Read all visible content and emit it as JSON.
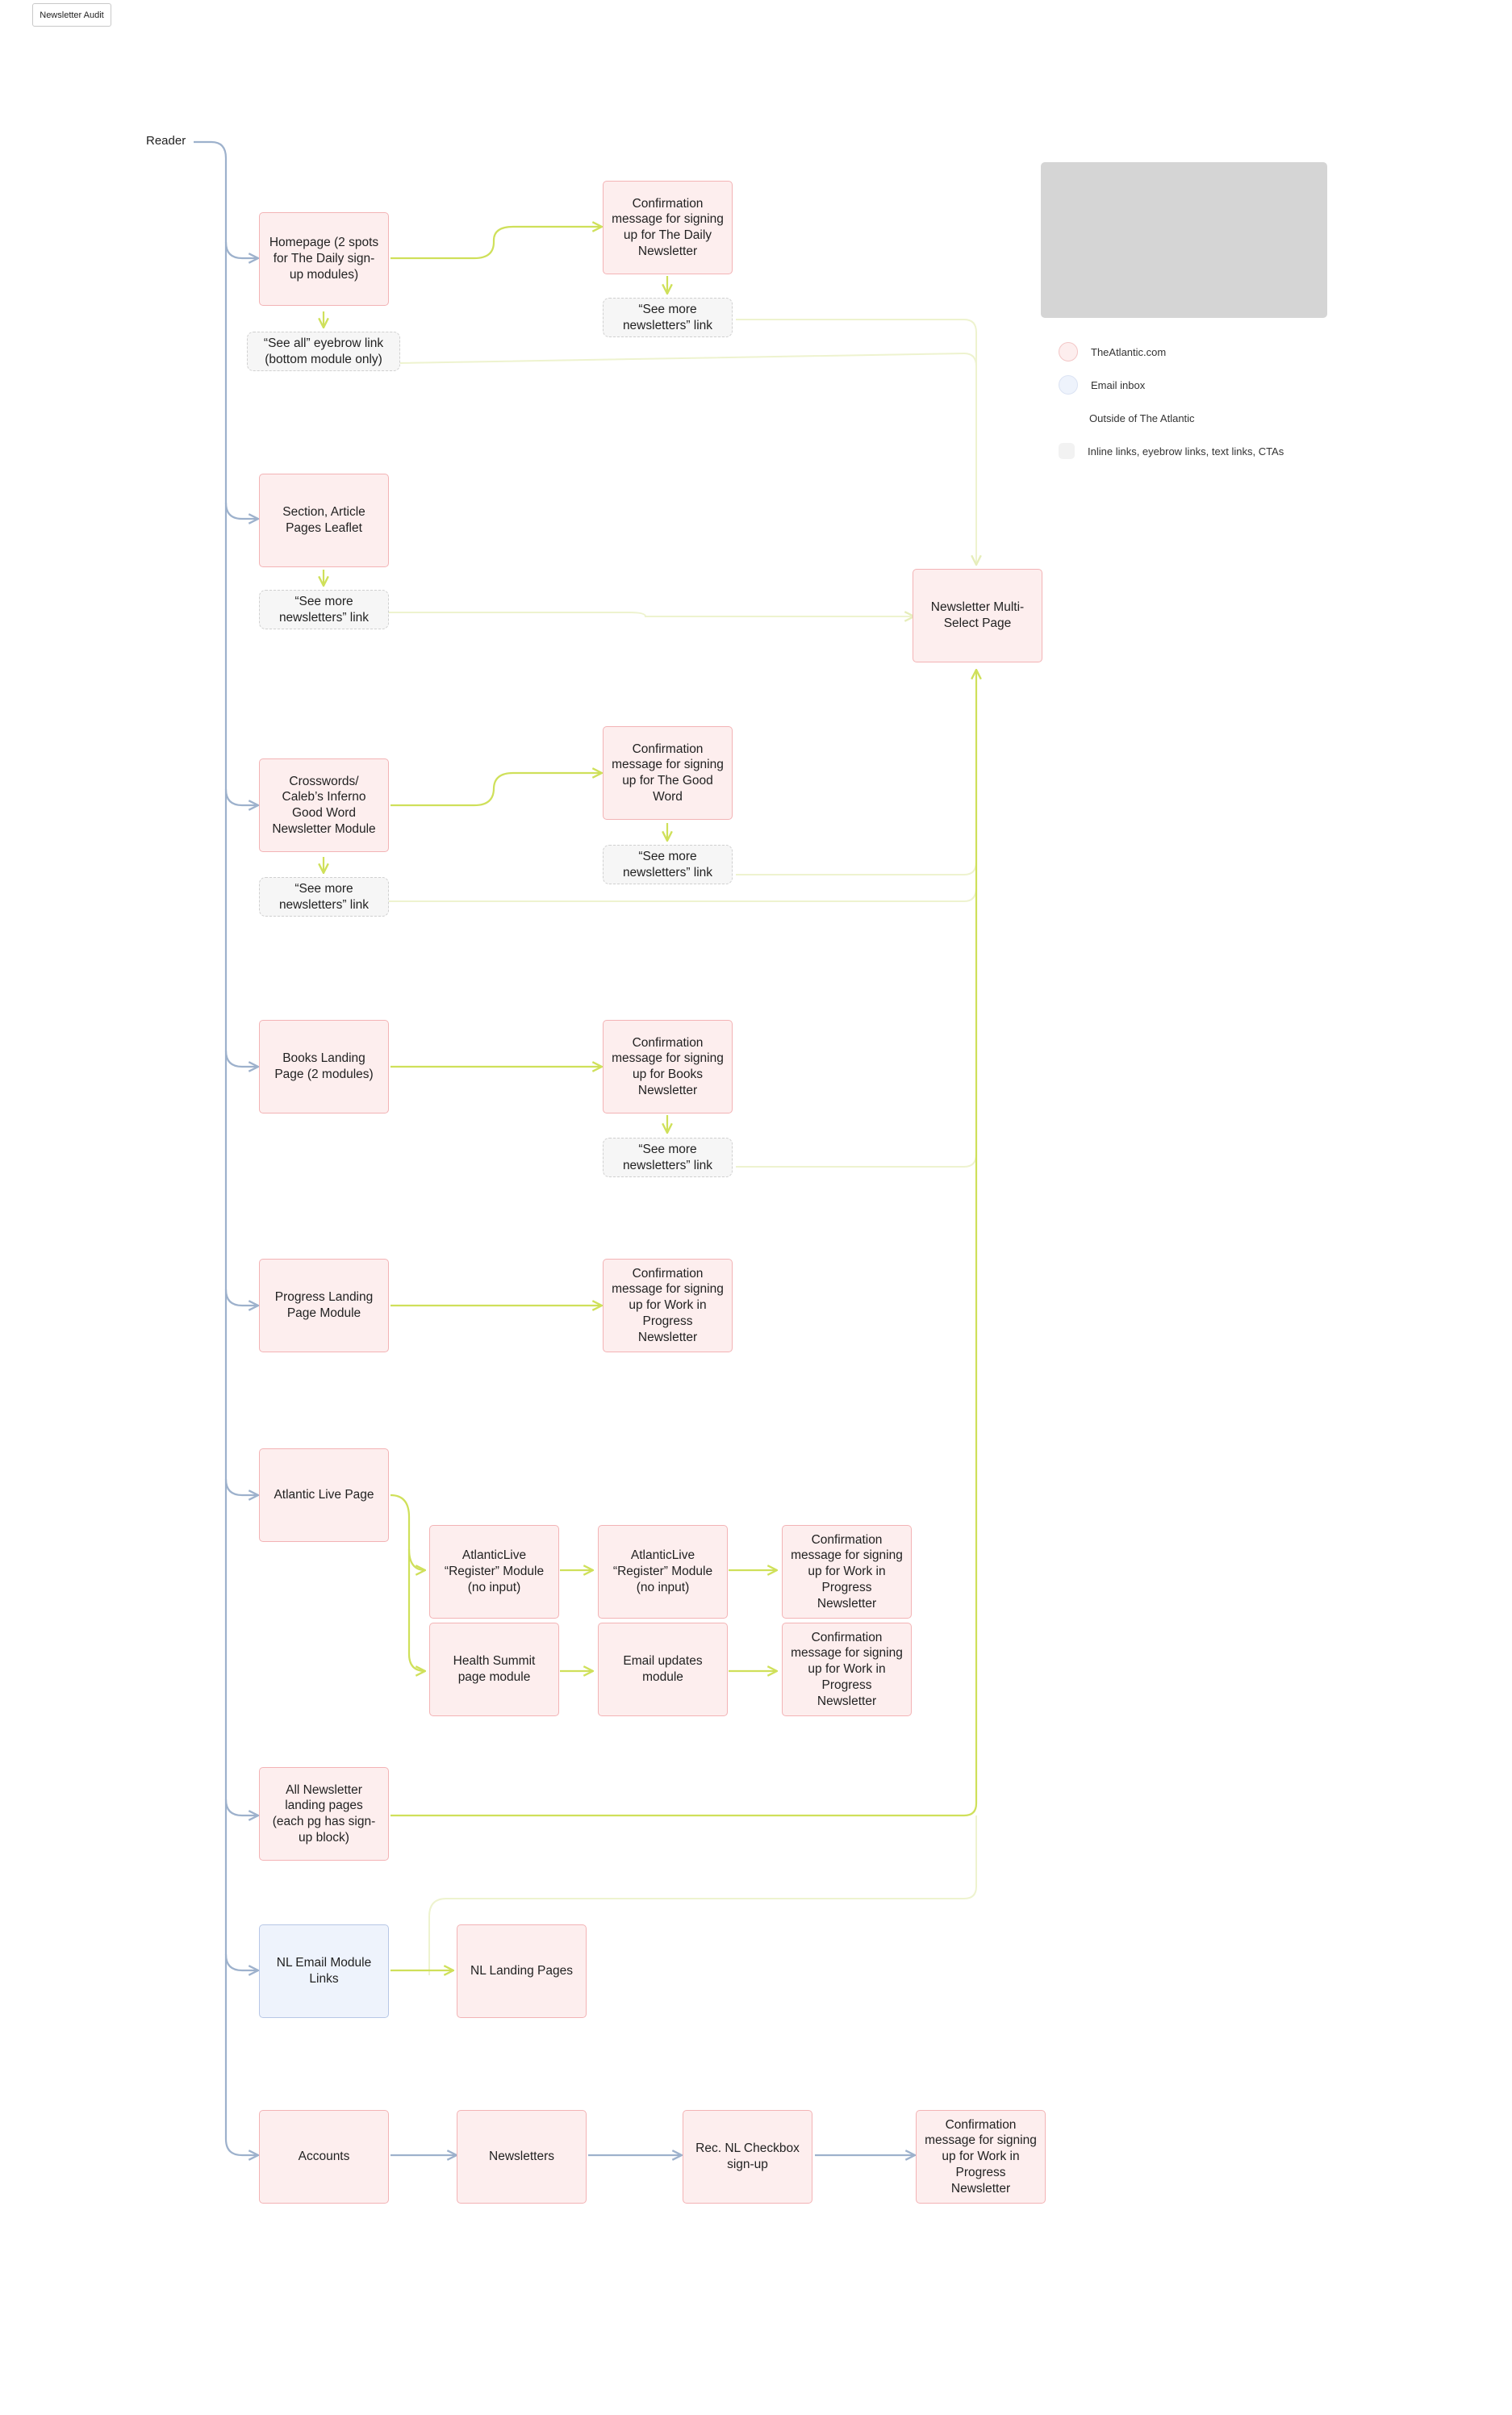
{
  "title": "Newsletter Audit",
  "reader": "Reader",
  "legend": [
    {
      "label": "TheAtlantic.com",
      "color": "#fdeeee"
    },
    {
      "label": "Email inbox",
      "color": "#eef3fc"
    },
    {
      "label": "Outside of The Atlantic",
      "color": "#ffffff"
    },
    {
      "label": "Inline links, eyebrow links, text links, CTAs",
      "color": "#f2f2f2"
    }
  ],
  "colors": {
    "reader_flow": "#9db1cc",
    "signup_flow": "#cfe05a",
    "link_flow": "#eef3cf"
  },
  "nodes": {
    "homepage": "Homepage (2 spots for The Daily sign-up modules)",
    "confirm_daily": "Confirmation message for signing up for The Daily Newsletter",
    "see_more_daily": "“See more newsletters” link",
    "see_all_eyebrow": "“See all” eyebrow link (bottom module only)",
    "section_pages": "Section, Article Pages Leaflet",
    "see_more_section": "“See more newsletters” link",
    "multi_select": "Newsletter Multi-Select Page",
    "crosswords": "Crosswords/ Caleb’s Inferno Good Word Newsletter Module",
    "confirm_goodword": "Confirmation message for signing up for The Good Word",
    "see_more_goodword": "“See more newsletters” link",
    "see_more_crosswords": "“See more newsletters” link",
    "books": "Books Landing Page (2 modules)",
    "confirm_books": "Confirmation message for signing up for Books Newsletter",
    "see_more_books": "“See more newsletters” link",
    "progress": "Progress Landing Page Module",
    "confirm_progress": "Confirmation message for signing up for Work in Progress Newsletter",
    "atlantic_live": "Atlantic Live Page",
    "register_1": "AtlanticLive “Register” Module (no input)",
    "register_2": "AtlanticLive “Register” Module (no input)",
    "confirm_live_1": "Confirmation message for signing up for Work in Progress Newsletter",
    "health_summit": "Health Summit page module",
    "email_updates": "Email updates module",
    "confirm_live_2": "Confirmation message for signing up for Work in Progress Newsletter",
    "all_nl_pages": "All Newsletter landing pages (each pg has sign-up block)",
    "nl_email_links": "NL Email Module Links",
    "nl_landing": "NL Landing Pages",
    "accounts": "Accounts",
    "newsletters": "Newsletters",
    "rec_checkbox": "Rec. NL Checkbox sign-up",
    "confirm_accounts": "Confirmation message for signing up for Work in Progress Newsletter"
  }
}
